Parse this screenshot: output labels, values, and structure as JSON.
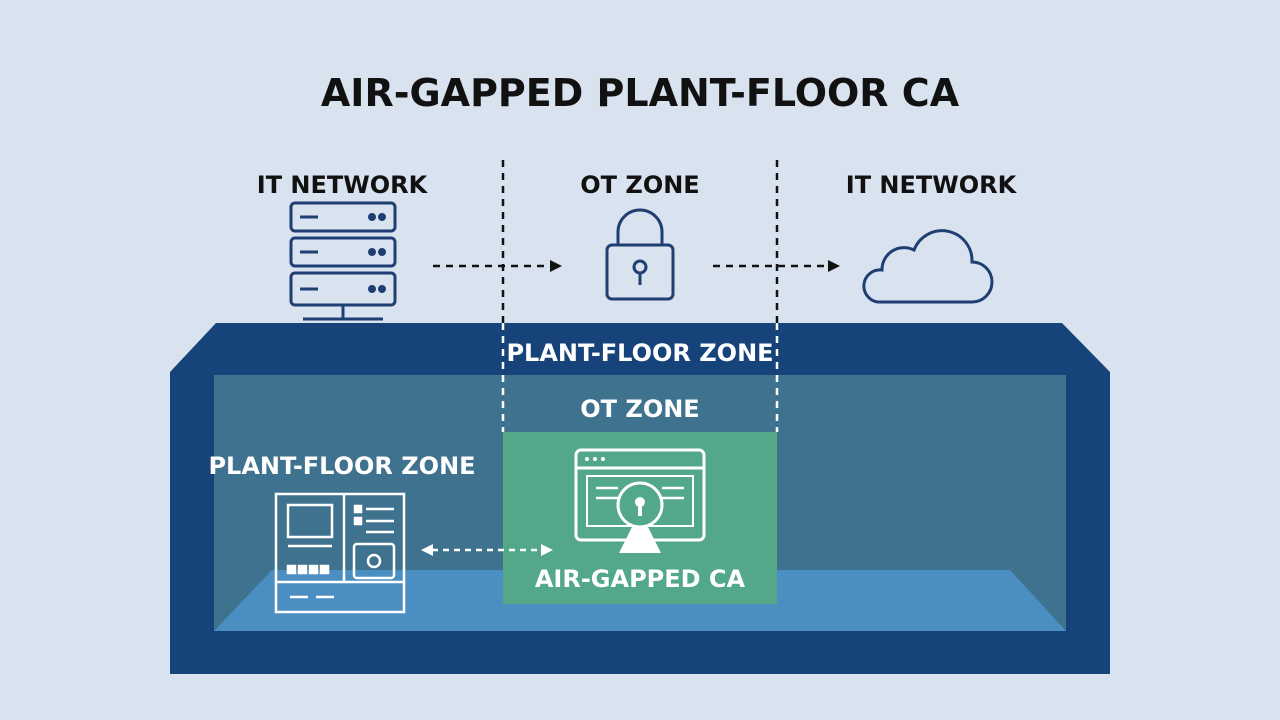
{
  "diagram": {
    "title": "AIR-GAPPED PLANT-FLOOR CA",
    "top_zones": [
      {
        "label": "IT NETWORK",
        "icon": "server-rack-icon"
      },
      {
        "label": "OT ZONE",
        "icon": "padlock-icon"
      },
      {
        "label": "IT NETWORK",
        "icon": "cloud-icon"
      }
    ],
    "plant_floor": {
      "outer_label": "PLANT-FLOOR ZONE",
      "inner_label": "PLANT-FLOOR ZONE",
      "ot_zone_label": "OT ZONE",
      "ca_label": "AIR-GAPPED CA",
      "device_icon": "control-panel-icon",
      "ca_icon": "ca-monitor-keyhole-icon"
    },
    "colors": {
      "background": "#d9e2ef",
      "ink": "#111111",
      "icon_stroke": "#1f3f73",
      "box_frame": "#16437a",
      "box_inner": "#3f728f",
      "floor": "#4b8ec2",
      "ca_fill": "#52a889",
      "white": "#ffffff"
    }
  }
}
